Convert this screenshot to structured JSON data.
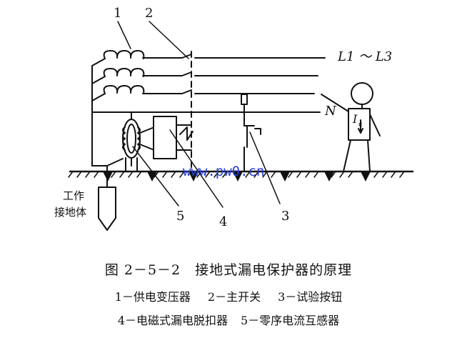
{
  "diagram": {
    "labels": {
      "n1": "1",
      "n2": "2",
      "n3": "3",
      "n4": "4",
      "n5": "5",
      "phase": "L1 ～ L3",
      "neutral": "N",
      "current": "I",
      "current_sub": "c",
      "ground_line1": "工作",
      "ground_line2": "接地体",
      "watermark": "www.pw0.cn"
    }
  },
  "caption": {
    "title": "图 2－5－2　接地式漏电保护器的原理",
    "items": [
      "1－供电变压器",
      "2－主开关",
      "3－试验按钮",
      "4－电磁式漏电脱扣器",
      "5－零序电流互感器"
    ]
  },
  "colors": {
    "line": "#111111",
    "watermark": "#2a3fd6"
  }
}
